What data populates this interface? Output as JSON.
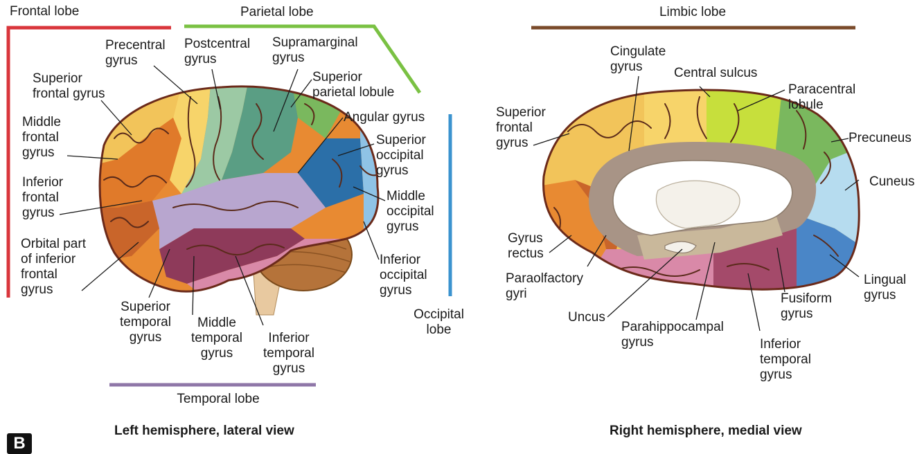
{
  "lobes": {
    "frontal": "Frontal lobe",
    "parietal": "Parietal lobe",
    "temporal": "Temporal lobe",
    "occipital": "Occipital\nlobe",
    "limbic": "Limbic lobe"
  },
  "captions": {
    "left": "Left hemisphere, lateral view",
    "right": "Right hemisphere, medial view"
  },
  "panel_letter": "B",
  "lateral_labels": {
    "precentral": "Precentral\ngyrus",
    "postcentral": "Postcentral\ngyrus",
    "supramarginal": "Supramarginal\ngyrus",
    "superior_parietal": "Superior\nparietal lobule",
    "superior_frontal": "Superior\nfrontal gyrus",
    "middle_frontal": "Middle\nfrontal\ngyrus",
    "inferior_frontal": "Inferior\nfrontal\ngyrus",
    "orbital": "Orbital part\nof inferior\nfrontal\ngyrus",
    "angular": "Angular gyrus",
    "superior_occipital": "Superior\noccipital\ngyrus",
    "middle_occipital": "Middle\noccipital\ngyrus",
    "inferior_occipital": "Inferior\noccipital\ngyrus",
    "superior_temporal": "Superior\ntemporal\ngyrus",
    "middle_temporal": "Middle\ntemporal\ngyrus",
    "inferior_temporal": "Inferior\ntemporal\ngyrus"
  },
  "medial_labels": {
    "cingulate": "Cingulate\ngyrus",
    "central_sulcus": "Central sulcus",
    "paracentral": "Paracentral\nlobule",
    "superior_frontal": "Superior\nfrontal\ngyrus",
    "precuneus": "Precuneus",
    "cuneus": "Cuneus",
    "gyrus_rectus": "Gyrus\nrectus",
    "paraolfactory": "Paraolfactory\ngyri",
    "uncus": "Uncus",
    "parahippocampal": "Parahippocampal\ngyrus",
    "fusiform": "Fusiform\ngyrus",
    "lingual": "Lingual\ngyrus",
    "inferior_temporal": "Inferior\ntemporal\ngyrus"
  },
  "colors": {
    "frontal_lobe_bar": "#d9353b",
    "parietal_lobe_bar": "#7ac143",
    "temporal_lobe_bar": "#8f77a8",
    "occipital_lobe_bar": "#3b93cf",
    "limbic_lobe_bar": "#7a4a2a",
    "superior_frontal": "#f2c45a",
    "middle_frontal": "#e88a32",
    "inferior_frontal": "#c9652a",
    "precentral": "#f7d46a",
    "postcentral": "#9cc9a4",
    "supramarginal": "#5a9e84",
    "superior_parietal": "#7ab85e",
    "angular": "#2b6fa8",
    "occipital": "#8fc3e6",
    "superior_temporal": "#b8a6cf",
    "middle_temporal": "#8e3a5a",
    "inferior_temporal": "#d989a8",
    "cerebellum": "#b5733a",
    "cingulate": "#a89486",
    "paracentral": "#c7df3c",
    "precuneus": "#7ab85e",
    "cuneus": "#b6dcef",
    "lingual": "#4a86c7",
    "fusiform": "#a44a6a",
    "parahippocampal": "#c9b89b",
    "outline": "#6b2a1a"
  }
}
